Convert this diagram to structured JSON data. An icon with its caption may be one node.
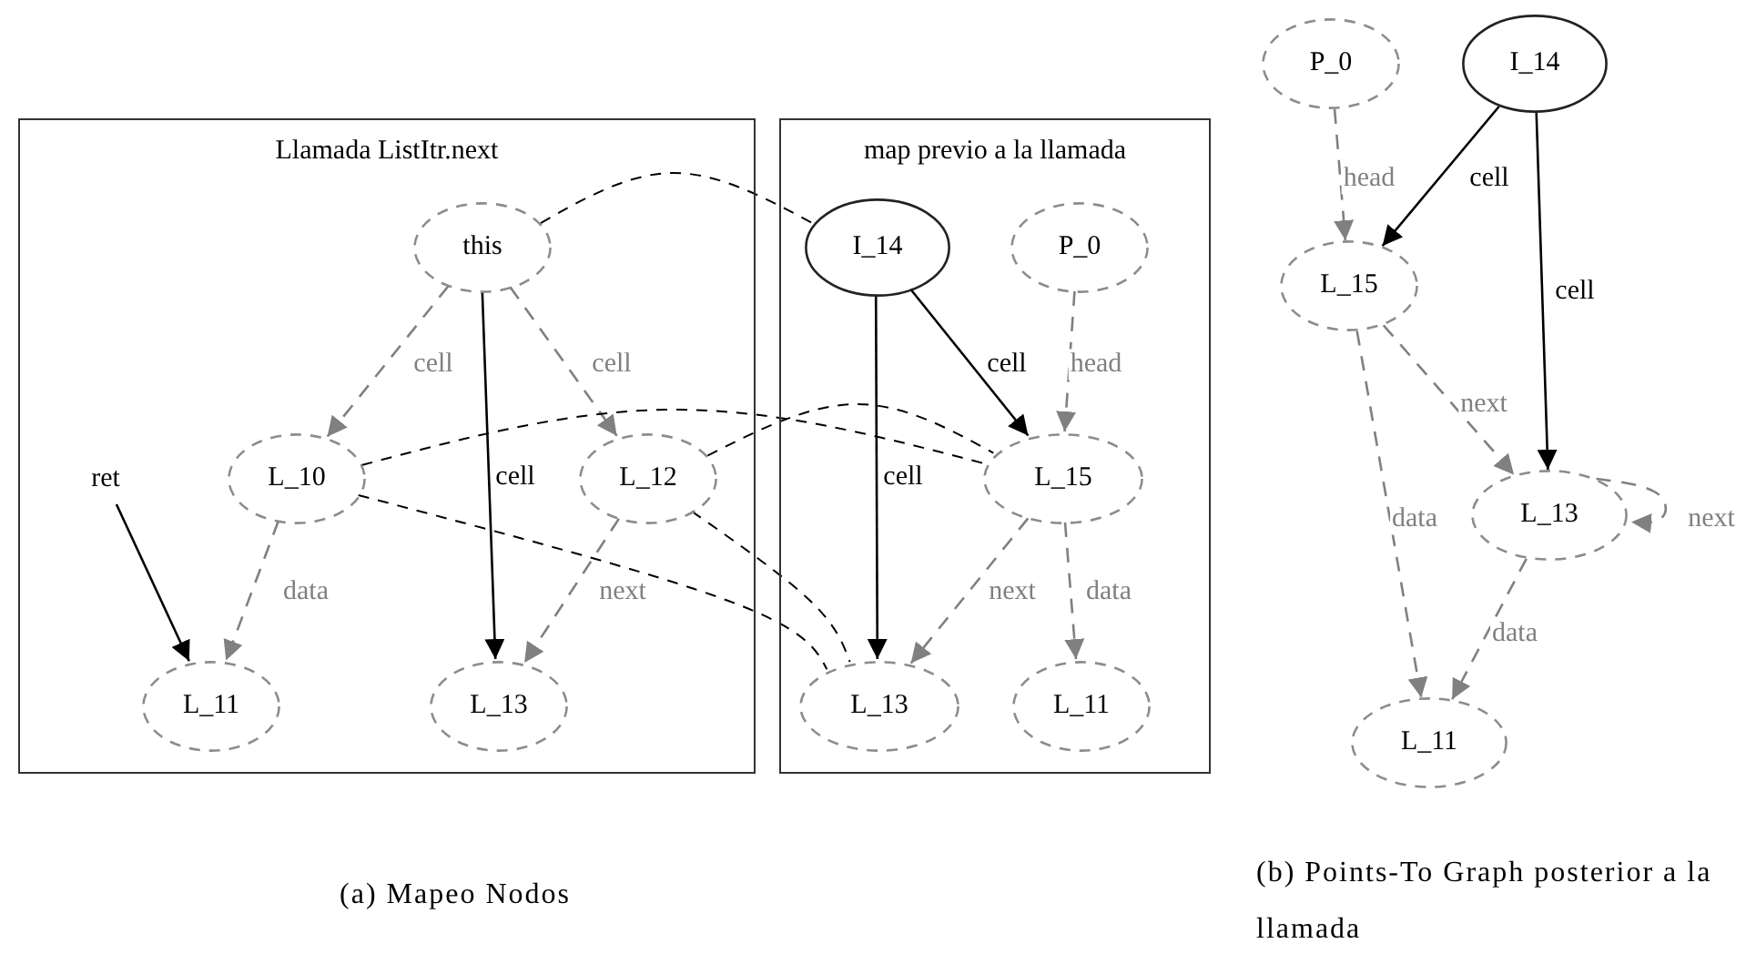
{
  "diagram": {
    "nodes": [
      {
        "text": [
          "Llamada ListItr.next"
        ]
      },
      {
        "text": [
          "this"
        ],
        "in": 0
      },
      {
        "text": [
          "L_10"
        ],
        "in": 0
      },
      {
        "text": [
          "L_12"
        ],
        "in": 0
      },
      {
        "text": [
          "ret"
        ],
        "in": 0
      },
      {
        "text": [
          "L_11"
        ],
        "in": 0
      },
      {
        "text": [
          "L_13"
        ],
        "in": 0
      },
      {
        "text": [
          "map previo a la llamada"
        ]
      },
      {
        "text": [
          "I_14"
        ],
        "in": 7
      },
      {
        "text": [
          "P_0"
        ],
        "in": 7
      },
      {
        "text": [
          "L_15"
        ],
        "in": 7
      },
      {
        "text": [
          "L_13"
        ],
        "in": 7
      },
      {
        "text": [
          "L_11"
        ],
        "in": 7
      },
      {
        "text": [
          "P_0"
        ]
      },
      {
        "text": [
          "I_14"
        ]
      },
      {
        "text": [
          "L_15"
        ]
      },
      {
        "text": [
          "L_13"
        ]
      },
      {
        "text": [
          "L_11"
        ]
      }
    ],
    "edges": [
      {
        "from": 1,
        "to": 2,
        "arrow": "to",
        "label": "cell",
        "style": "dashed",
        "color": "#808080"
      },
      {
        "from": 1,
        "to": 6,
        "arrow": "to",
        "label": "cell",
        "color": "#000000"
      },
      {
        "from": 1,
        "to": 3,
        "arrow": "to",
        "label": "cell",
        "style": "dashed",
        "color": "#808080"
      },
      {
        "from": 4,
        "to": 5,
        "arrow": "to",
        "color": "#000000"
      },
      {
        "from": 2,
        "to": 5,
        "arrow": "to",
        "label": "data",
        "style": "dashed",
        "color": "#808080"
      },
      {
        "from": 3,
        "to": 6,
        "arrow": "to",
        "label": "next",
        "style": "dashed",
        "color": "#808080"
      },
      {
        "from": 8,
        "to": 11,
        "arrow": "to",
        "label": "cell",
        "color": "#000000"
      },
      {
        "from": 8,
        "to": 10,
        "arrow": "to",
        "label": "cell",
        "color": "#000000"
      },
      {
        "from": 9,
        "to": 10,
        "arrow": "to",
        "label": "head",
        "style": "dashed",
        "color": "#808080"
      },
      {
        "from": 10,
        "to": 11,
        "arrow": "to",
        "label": "next",
        "style": "dashed",
        "color": "#808080"
      },
      {
        "from": 10,
        "to": 12,
        "arrow": "to",
        "label": "data",
        "style": "dashed",
        "color": "#808080"
      },
      {
        "from": 1,
        "to": 8,
        "arrow": "none",
        "style": "dashed",
        "color": "#000000"
      },
      {
        "from": 2,
        "to": 10,
        "arrow": "none",
        "style": "dashed",
        "color": "#000000"
      },
      {
        "from": 3,
        "to": 10,
        "arrow": "none",
        "style": "dashed",
        "color": "#000000"
      },
      {
        "from": 2,
        "to": 11,
        "arrow": "none",
        "style": "dashed",
        "color": "#000000"
      },
      {
        "from": 3,
        "to": 11,
        "arrow": "none",
        "style": "dashed",
        "color": "#000000"
      },
      {
        "from": 13,
        "to": 15,
        "arrow": "to",
        "label": "head",
        "style": "dashed",
        "color": "#808080"
      },
      {
        "from": 14,
        "to": 15,
        "arrow": "to",
        "label": "cell",
        "color": "#000000"
      },
      {
        "from": 14,
        "to": 16,
        "arrow": "to",
        "label": "cell",
        "color": "#000000"
      },
      {
        "from": 15,
        "to": 16,
        "arrow": "to",
        "label": "next",
        "style": "dashed",
        "color": "#808080"
      },
      {
        "from": 15,
        "to": 17,
        "arrow": "to",
        "label": "data",
        "style": "dashed",
        "color": "#808080"
      },
      {
        "from": 16,
        "to": 16,
        "arrow": "to",
        "label": "next",
        "style": "dashed",
        "color": "#808080"
      },
      {
        "from": 16,
        "to": 17,
        "arrow": "to",
        "label": "data",
        "style": "dashed",
        "color": "#808080"
      }
    ],
    "labels": [
      "(a) Mapeo Nodos",
      "(b) Points-To Graph posterior a la llamada"
    ]
  }
}
